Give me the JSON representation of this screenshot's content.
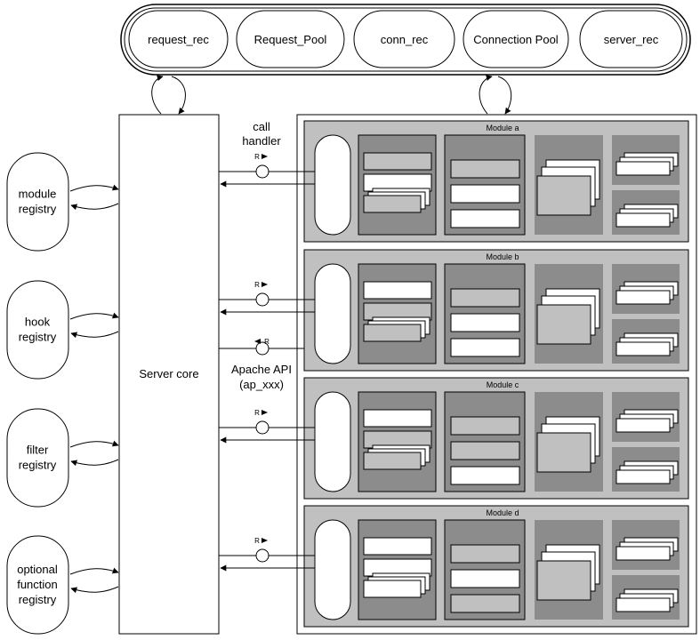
{
  "pools": [
    {
      "label": "request_rec"
    },
    {
      "label": "Request_Pool"
    },
    {
      "label": "conn_rec"
    },
    {
      "label": "Connection Pool"
    },
    {
      "label": "server_rec"
    }
  ],
  "registries": [
    {
      "lines": [
        "module",
        "registry"
      ]
    },
    {
      "lines": [
        "hook",
        "registry"
      ]
    },
    {
      "lines": [
        "filter",
        "registry"
      ]
    },
    {
      "lines": [
        "optional",
        "function",
        "registry"
      ]
    }
  ],
  "server_core": {
    "label": "Server core"
  },
  "call_handler": {
    "line1": "call",
    "line2": "handler"
  },
  "apache_api": {
    "line1": "Apache API",
    "line2": "(ap_xxx)"
  },
  "r_marker": "R",
  "modules": [
    {
      "label": "Module  a",
      "col1": [
        "gray",
        "white",
        "stack-gray"
      ],
      "col2": [
        "gray",
        "white",
        "white"
      ]
    },
    {
      "label": "Module  b",
      "col1": [
        "white",
        "gray",
        "stack-gray"
      ],
      "col2": [
        "gray",
        "white",
        "white"
      ]
    },
    {
      "label": "Module  c",
      "col1": [
        "white",
        "gray",
        "stack-gray"
      ],
      "col2": [
        "gray",
        "gray",
        "white"
      ]
    },
    {
      "label": "Module  d",
      "col1": [
        "white",
        "white",
        "stack-white"
      ],
      "col2": [
        "gray",
        "white",
        "gray"
      ]
    }
  ],
  "colors": {
    "module_bg": "#c0c0c0",
    "panel_dark": "#8c8c8c",
    "cell_gray": "#c0c0c0",
    "cell_white": "#ffffff",
    "line": "#000000"
  }
}
